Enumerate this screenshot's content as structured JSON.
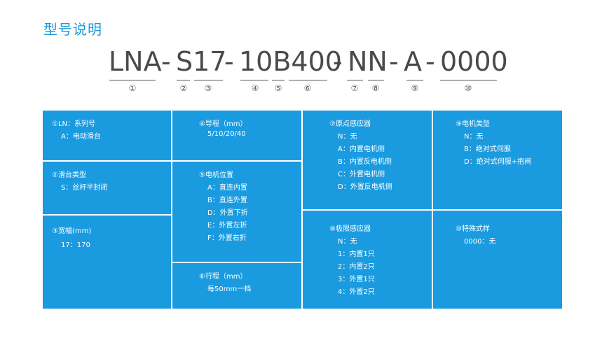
{
  "title": "型号说明",
  "code": {
    "seg1": "LNA",
    "dash1": "-",
    "seg2": "S17",
    "dash2": "-",
    "seg3": "10B400",
    "dash3": "-",
    "seg4": "NN",
    "dash4": "-",
    "seg5": "A",
    "dash5": "-",
    "seg6": "0000"
  },
  "markers": [
    "①",
    "②",
    "③",
    "④",
    "⑤",
    "⑥",
    "⑦",
    "⑧",
    "⑨",
    "⑩"
  ],
  "cells": {
    "c1": {
      "heading": "①LN：系列号",
      "lines": [
        "A：电动滑台"
      ]
    },
    "c2": {
      "heading": "②滑台类型",
      "lines": [
        "S：丝杆半封闭"
      ]
    },
    "c3": {
      "heading": "③宽幅(mm)",
      "lines": [
        "17：170"
      ]
    },
    "c4": {
      "heading": "④导程（mm）",
      "lines": [
        "5/10/20/40"
      ]
    },
    "c5": {
      "heading": "⑤电机位置",
      "lines": [
        "A：直连内置",
        "B：直连外置",
        "D：外置下折",
        "E：外置左折",
        "F：外置右折"
      ]
    },
    "c6": {
      "heading": "⑥行程（mm）",
      "lines": [
        "每50mm一档"
      ]
    },
    "c7": {
      "heading": "⑦原点感应器",
      "lines": [
        "N：无",
        "A：内置电机侧",
        "B：内置反电机侧",
        "C：外置电机侧",
        "D：外置反电机侧"
      ]
    },
    "c8": {
      "heading": "⑧极限感应器",
      "lines": [
        "N：无",
        "1：内置1只",
        "2：内置2只",
        "3：外置1只",
        "4：外置2只"
      ]
    },
    "c9": {
      "heading": "⑨电机类型",
      "lines": [
        "N：无",
        "B：绝对式伺服",
        "D：绝对式伺服+抱闸"
      ]
    },
    "c10": {
      "heading": "⑩特殊式样",
      "lines": [
        "0000：无"
      ]
    }
  },
  "colors": {
    "accent": "#1a9be0",
    "text": "#4a4a4a"
  }
}
